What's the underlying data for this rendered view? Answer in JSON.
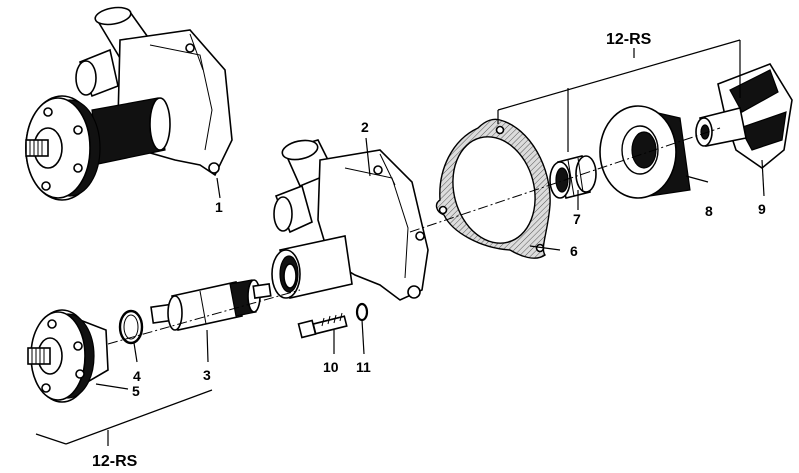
{
  "callouts": {
    "c1": "1",
    "c2": "2",
    "c3": "3",
    "c4": "4",
    "c5": "5",
    "c6": "6",
    "c7": "7",
    "c8": "8",
    "c9": "9",
    "c10": "10",
    "c11": "11"
  },
  "kit_labels": {
    "top": "12-RS",
    "bottom": "12-RS"
  }
}
